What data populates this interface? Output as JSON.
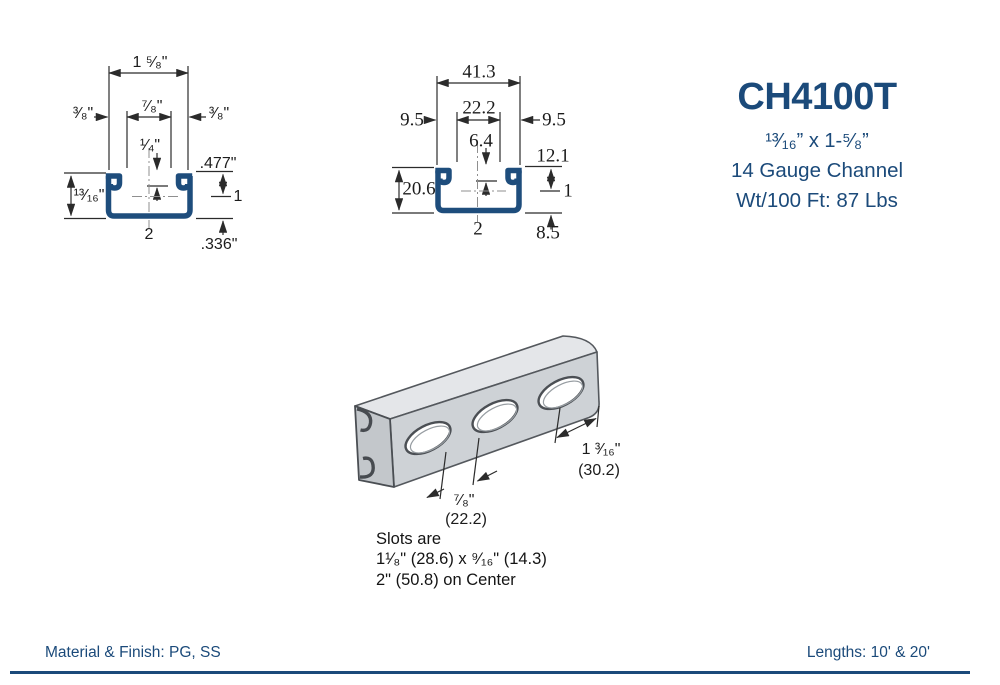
{
  "colors": {
    "navy_text": "#1b4a7a",
    "channel_blue": "#1e4d7c",
    "line_color": "#2b2b2b",
    "metal_gray": "#ced2d6"
  },
  "title_block": {
    "part_number": "CH4100T",
    "size": "¹³⁄₁₆” x 1-⁵⁄₈”",
    "gauge": "14 Gauge Channel",
    "weight": "Wt/100 Ft: 87 Lbs"
  },
  "imperial": {
    "overall_width": "1 ⁵⁄₈\"",
    "opening_width": "⁷⁄₈\"",
    "lip_left": "³⁄₈\"",
    "lip_right": "³⁄₈\"",
    "lip_depth": "¹⁄₄\"",
    "dim_477": ".477\"",
    "height": "¹³⁄₁₆\"",
    "ref_1": "1",
    "ref_2": "2",
    "dim_336": ".336\""
  },
  "metric": {
    "overall_width": "41.3",
    "opening_width": "22.2",
    "lip_left": "9.5",
    "lip_right": "9.5",
    "lip_depth": "6.4",
    "dim_121": "12.1",
    "height": "20.6",
    "ref_1": "1",
    "ref_2": "2",
    "dim_85": "8.5"
  },
  "isometric": {
    "end_distance_in": "1 ³⁄₁₆\"",
    "end_distance_mm": "(30.2)",
    "slot_gap_in": "⁷⁄₈\"",
    "slot_gap_mm": "(22.2)",
    "note_line1": "Slots are",
    "note_line2": "1¹⁄₈\" (28.6) x ⁹⁄₁₆\" (14.3)",
    "note_line3": "2\" (50.8) on Center"
  },
  "footer": {
    "material": "Material & Finish: PG, SS",
    "lengths": "Lengths: 10' & 20'"
  }
}
